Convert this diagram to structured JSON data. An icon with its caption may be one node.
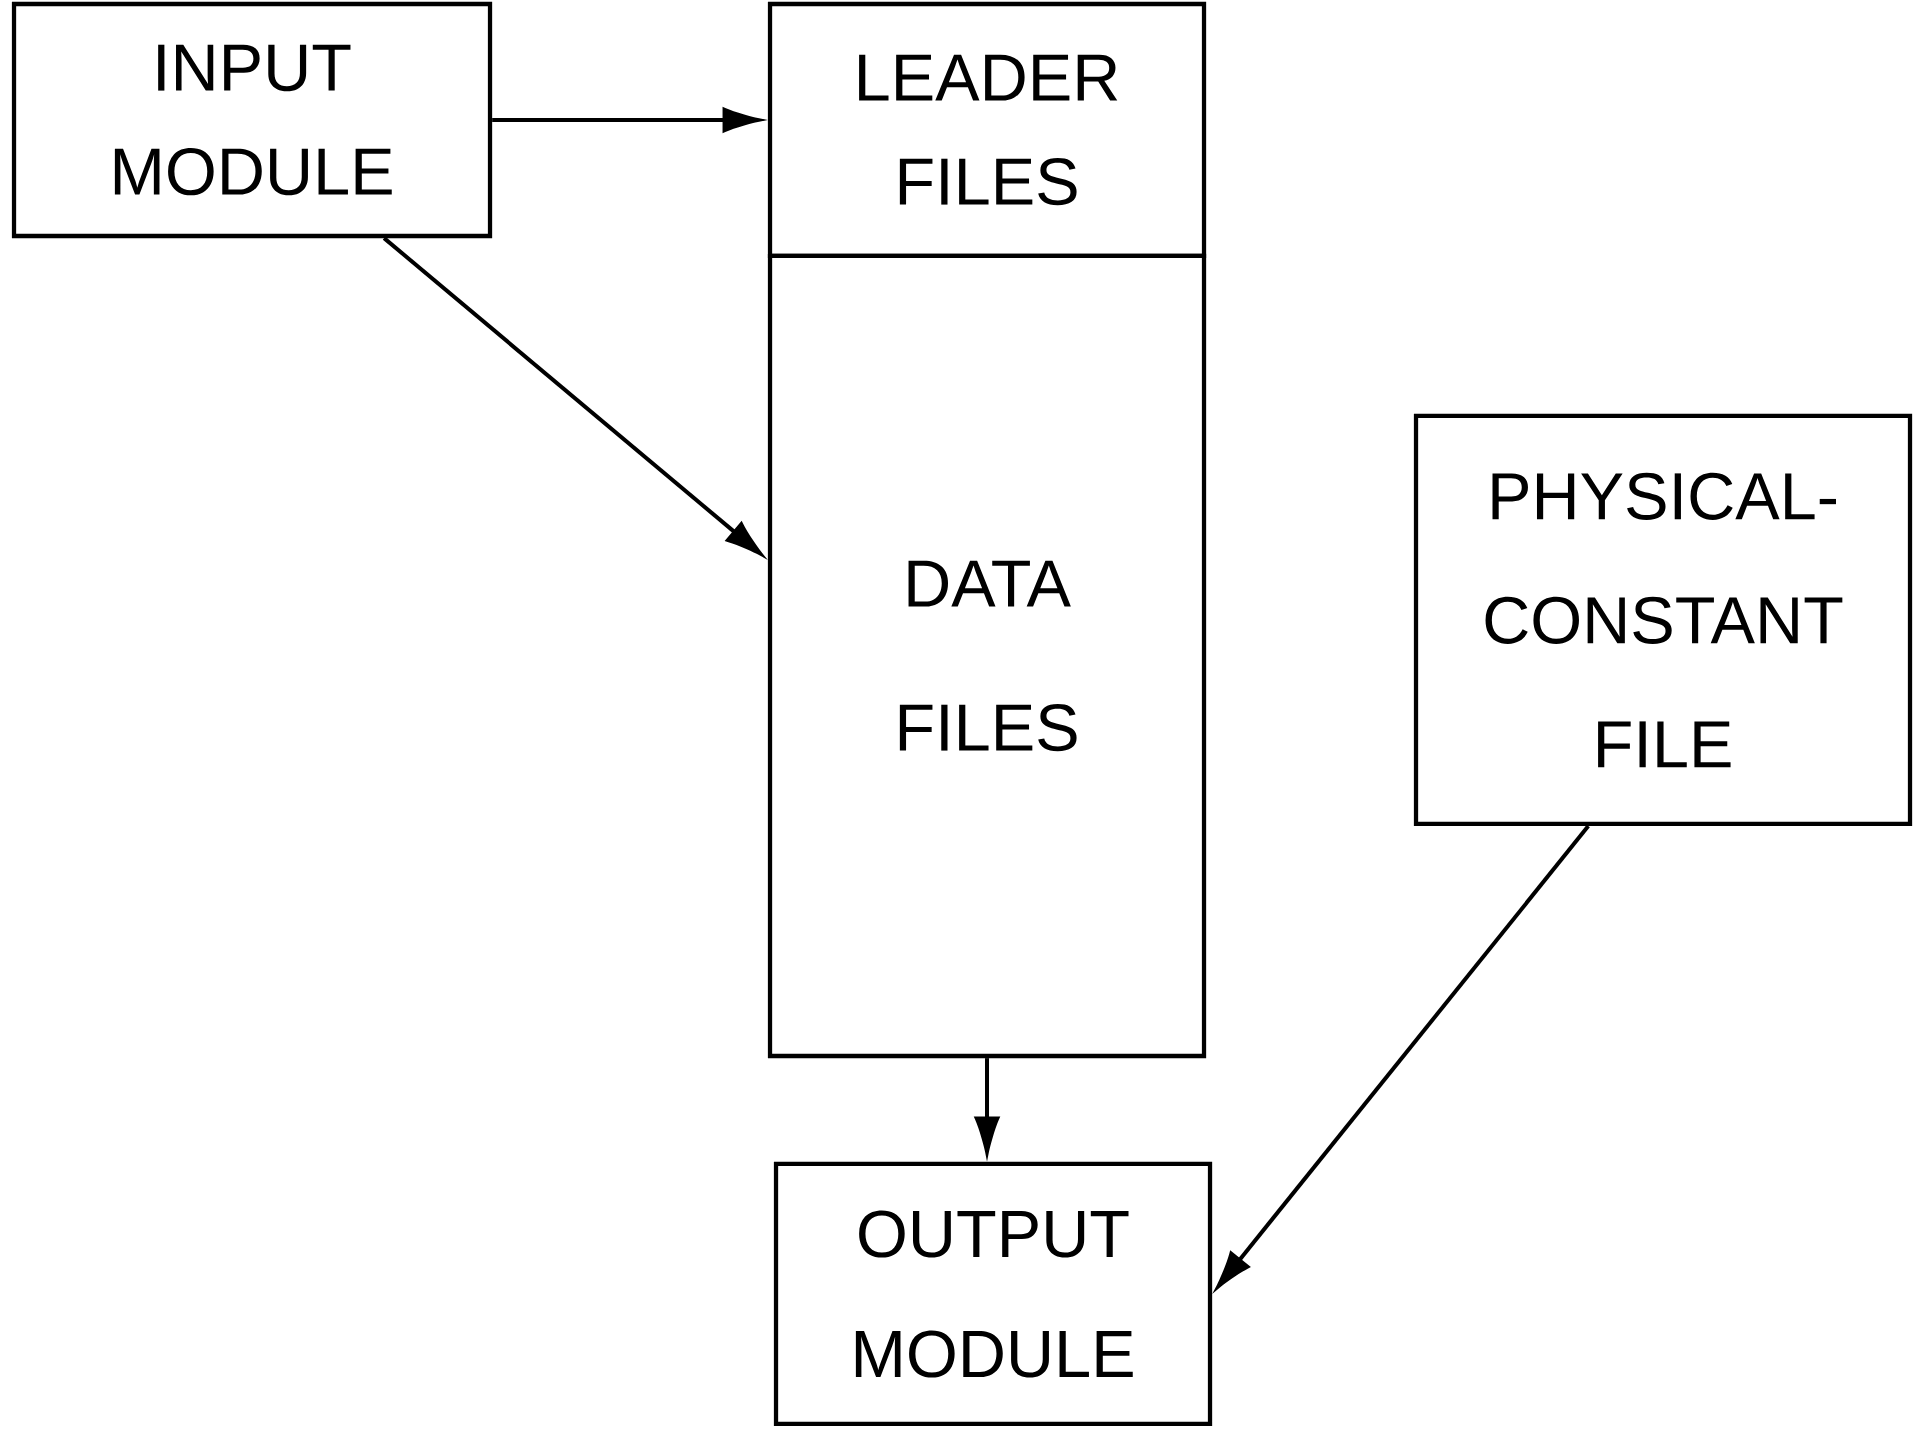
{
  "diagram": {
    "nodes": [
      {
        "text": [
          "INPUT MODULE"
        ]
      },
      {
        "text": [
          "LEADER FILES"
        ]
      },
      {
        "text": [
          "DATA FILES"
        ]
      },
      {
        "text": [
          "OUTPUT MODULE"
        ]
      },
      {
        "text": [
          "PHYSICAL- CONSTANT FILE"
        ]
      }
    ],
    "edges": [
      {
        "from": 0,
        "to": 1,
        "arrow": "to"
      },
      {
        "from": 0,
        "to": 2,
        "arrow": "to"
      },
      {
        "from": 2,
        "to": 3,
        "arrow": "to"
      },
      {
        "from": 4,
        "to": 3,
        "arrow": "to"
      }
    ]
  }
}
